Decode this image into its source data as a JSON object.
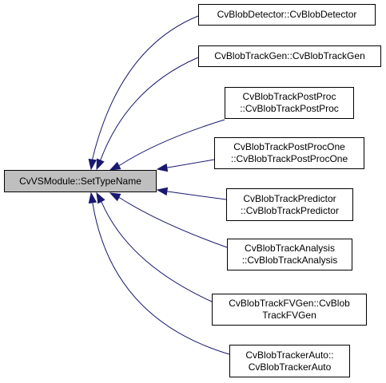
{
  "colors": {
    "edge": "#191970",
    "root_fill": "#bfbfbf",
    "node_fill": "#ffffff",
    "border": "#000000"
  },
  "root": {
    "label": "CvVSModule::SetTypeName"
  },
  "callers": [
    {
      "id": "blobdetector",
      "lines": [
        "CvBlobDetector::CvBlobDetector"
      ]
    },
    {
      "id": "blobtrackgen",
      "lines": [
        "CvBlobTrackGen::CvBlobTrackGen"
      ]
    },
    {
      "id": "blobtrackpostproc",
      "lines": [
        "CvBlobTrackPostProc",
        "::CvBlobTrackPostProc"
      ]
    },
    {
      "id": "blobtrackpostprocone",
      "lines": [
        "CvBlobTrackPostProcOne",
        "::CvBlobTrackPostProcOne"
      ]
    },
    {
      "id": "blobtrackpredictor",
      "lines": [
        "CvBlobTrackPredictor",
        "::CvBlobTrackPredictor"
      ]
    },
    {
      "id": "blobtrackanalysis",
      "lines": [
        "CvBlobTrackAnalysis",
        "::CvBlobTrackAnalysis"
      ]
    },
    {
      "id": "blobtrackfvgen",
      "lines": [
        "CvBlobTrackFVGen::CvBlob",
        "TrackFVGen"
      ]
    },
    {
      "id": "blobtrackerauto",
      "lines": [
        "CvBlobTrackerAuto::",
        "CvBlobTrackerAuto"
      ]
    }
  ]
}
